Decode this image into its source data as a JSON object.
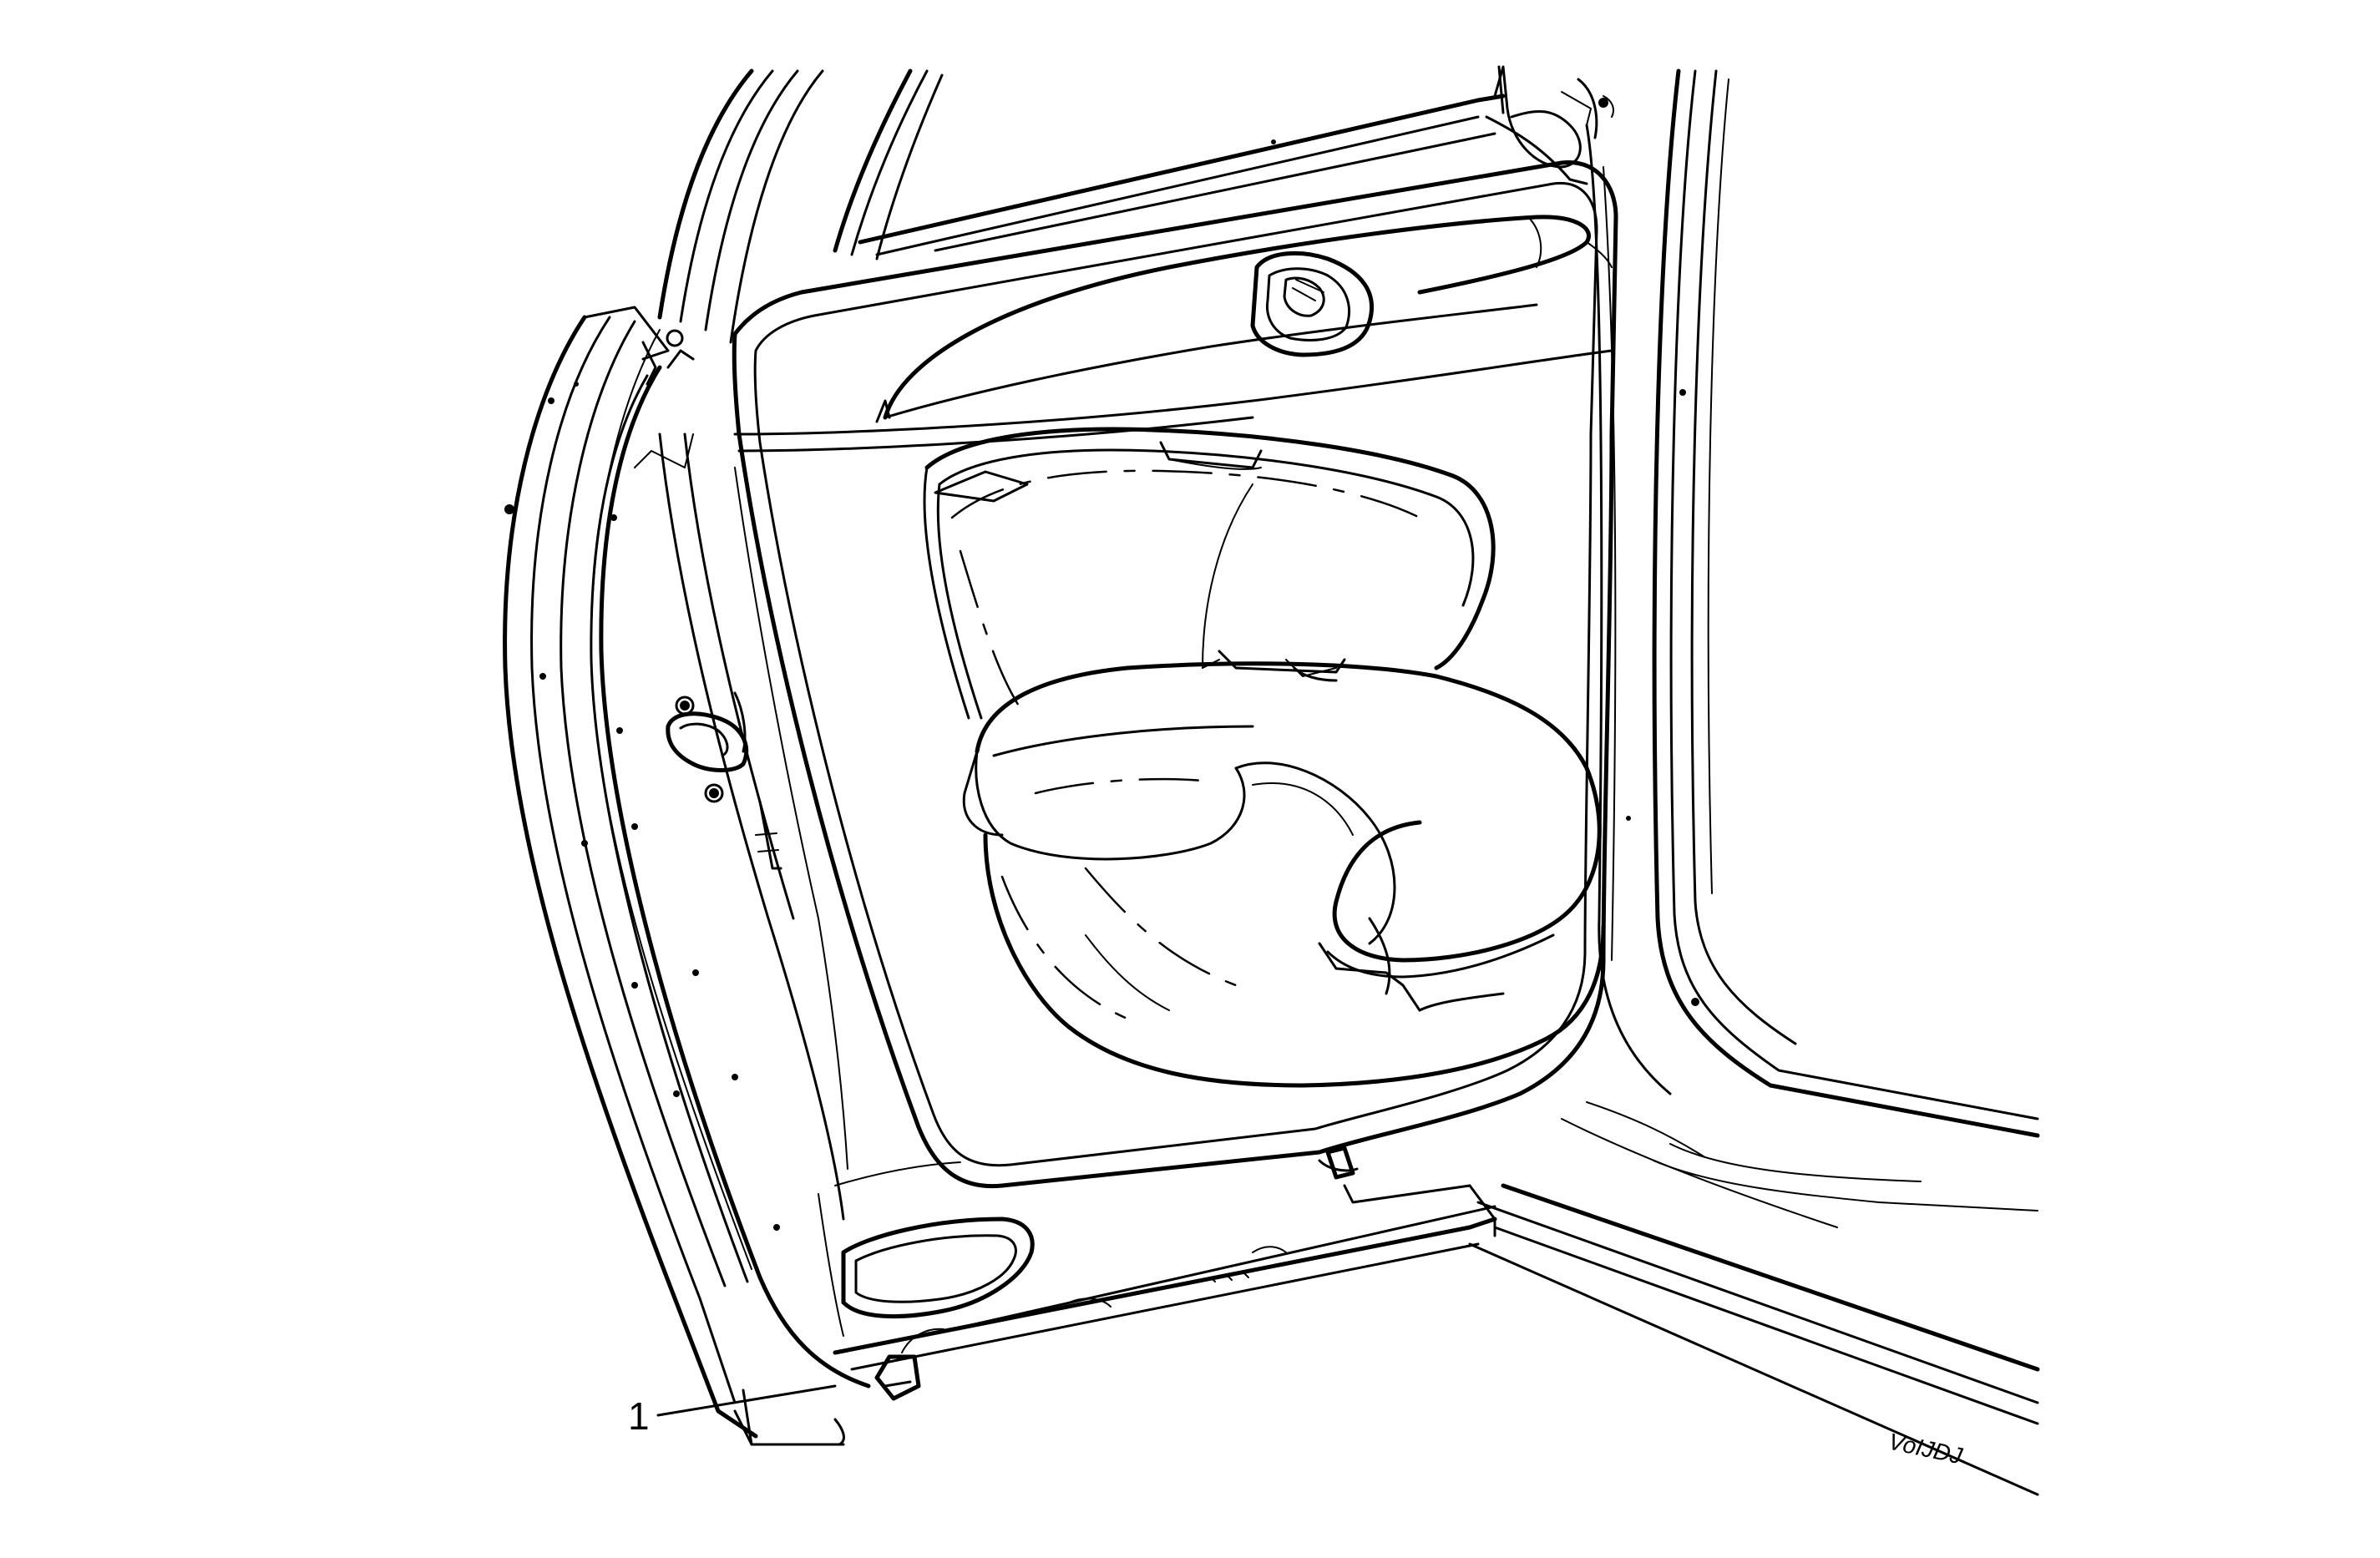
{
  "diagram": {
    "callouts": [
      {
        "id": "1",
        "label": "1"
      }
    ],
    "figure_code": "VoIJDJ"
  }
}
